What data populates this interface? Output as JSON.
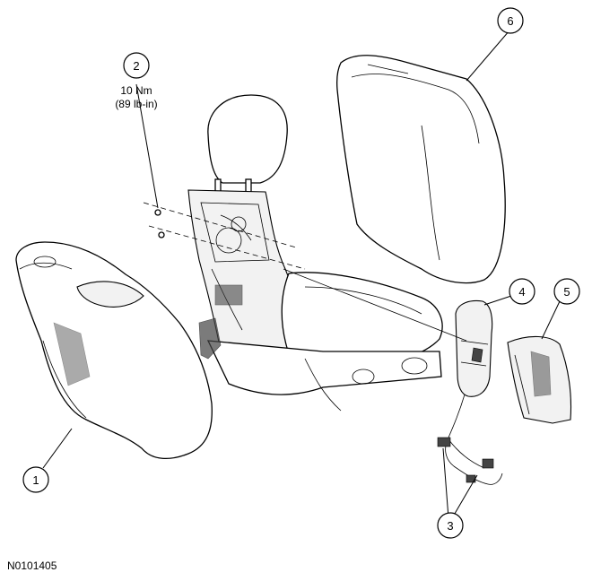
{
  "callouts": [
    {
      "id": "callout-1",
      "label": "1"
    },
    {
      "id": "callout-2",
      "label": "2"
    },
    {
      "id": "callout-3",
      "label": "3"
    },
    {
      "id": "callout-4",
      "label": "4"
    },
    {
      "id": "callout-5",
      "label": "5"
    },
    {
      "id": "callout-6",
      "label": "6"
    }
  ],
  "torque_spec": {
    "line1": "10 Nm",
    "line2": "(89 lb-in)"
  },
  "figure_id": "N0101405"
}
